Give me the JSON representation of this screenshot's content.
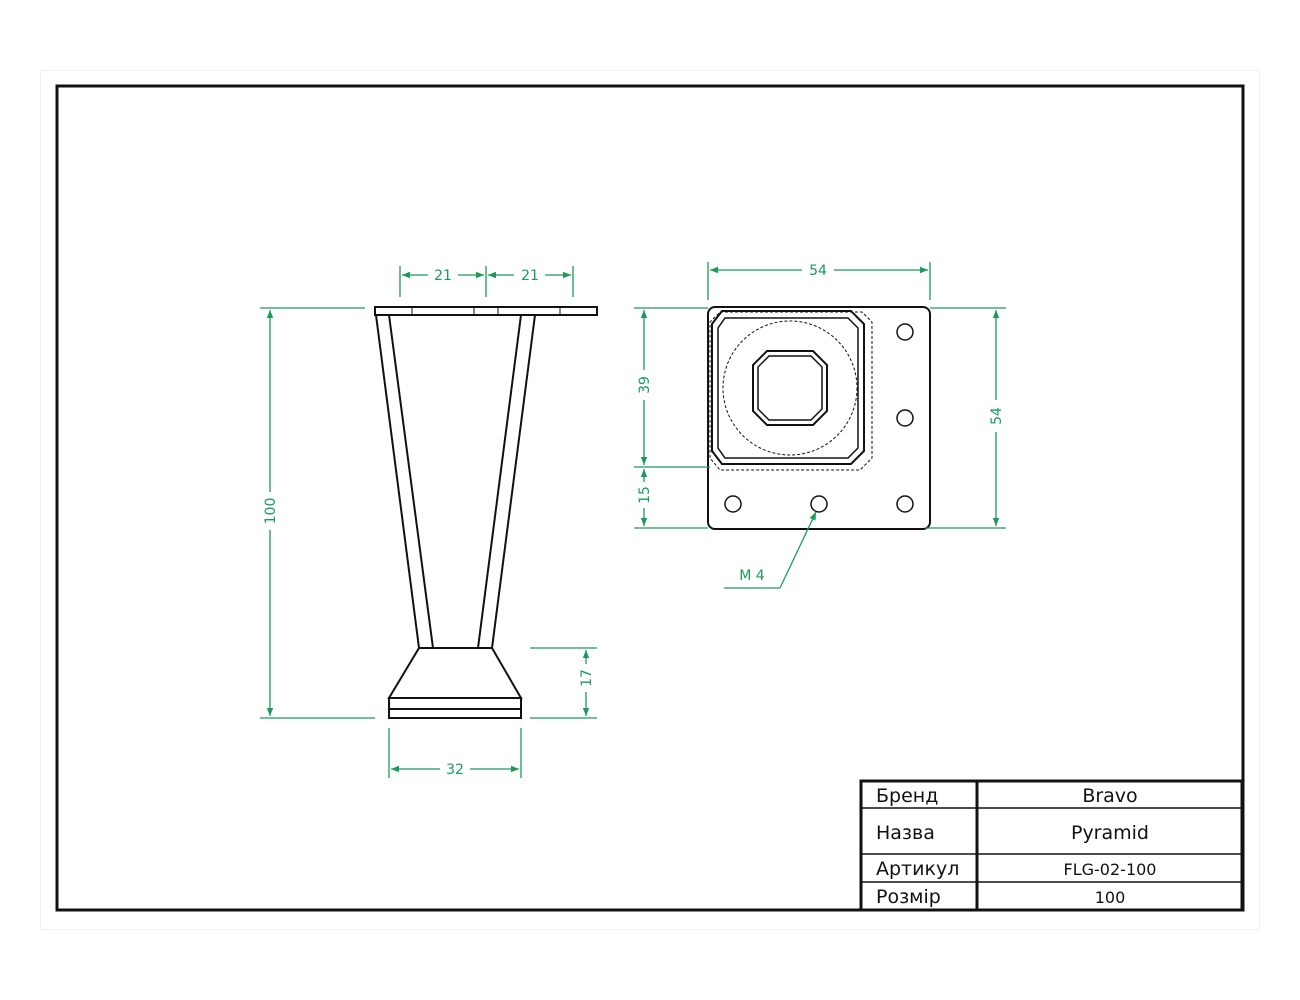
{
  "colors": {
    "line": "#111111",
    "dimension": "#1a9b5a"
  },
  "dimensions": {
    "top_left": "21",
    "top_right": "21",
    "height": "100",
    "base_width": "32",
    "base_height": "17",
    "plate_width": "54",
    "plate_height": "54",
    "plate_upper": "39",
    "plate_lower": "15"
  },
  "thread_label": "M 4",
  "title_block": {
    "rows": [
      {
        "label": "Бренд",
        "value": "Bravo"
      },
      {
        "label": "Назва",
        "value": "Pyramid"
      },
      {
        "label": "Артикул",
        "value": "FLG-02-100"
      },
      {
        "label": "Розмір",
        "value": "100"
      }
    ]
  }
}
